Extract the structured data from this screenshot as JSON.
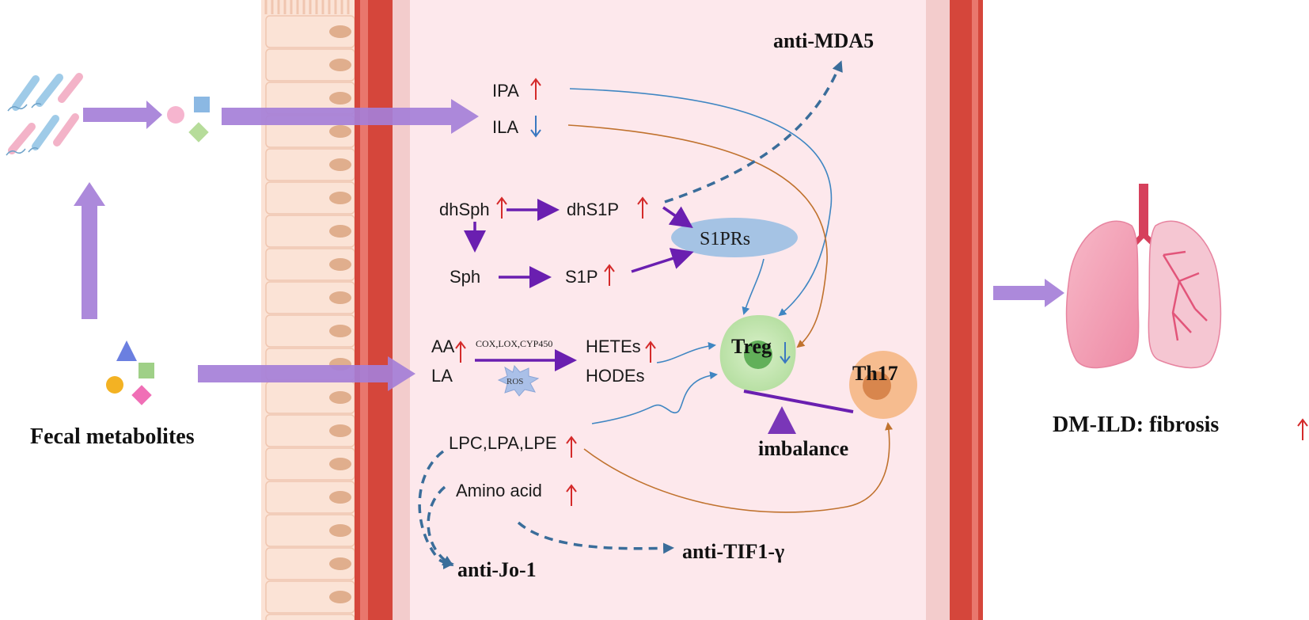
{
  "colors": {
    "wall": "#d5463b",
    "wall_light": "#f3cccc",
    "lumen": "#fde8ec",
    "epithelium": "#fbe3d6",
    "nucleus": "#e0ae8d",
    "purple_arrow": "#a57fd8",
    "dark_purple": "#6a1fb0",
    "blue_line": "#3f86c2",
    "orange_line": "#c0722e",
    "dashed_blue": "#3a6d9a",
    "up_arrow": "#d42a2a",
    "down_arrow": "#3a78c0"
  },
  "metabolites": {
    "ipa": "IPA",
    "ila": "ILA",
    "dhsph": "dhSph",
    "dhs1p": "dhS1P",
    "sph": "Sph",
    "s1p": "S1P",
    "s1prs": "S1PRs",
    "aa": "AA",
    "la": "LA",
    "enzymes": "COX,LOX,CYP450",
    "ros": "ROS",
    "hetes": "HETEs",
    "hodes": "HODEs",
    "lipids": "LPC,LPA,LPE",
    "amino_acid": "Amino acid"
  },
  "cells": {
    "treg": "Treg",
    "th17": "Th17",
    "imbalance": "imbalance"
  },
  "antibodies": {
    "mda5": "anti-MDA5",
    "jo1": "anti-Jo-1",
    "tif1": "anti-TIF1-γ"
  },
  "labels": {
    "fecal": "Fecal metabolites",
    "outcome": "DM-ILD: fibrosis"
  }
}
